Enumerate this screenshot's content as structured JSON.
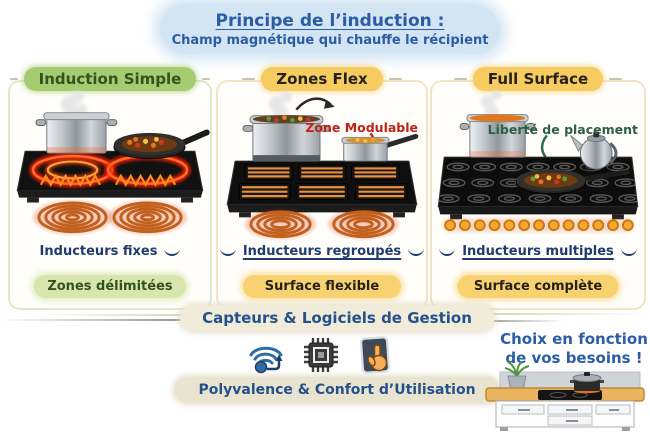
{
  "header": {
    "title": "Principe de l’induction :",
    "subtitle": "Champ magnétique qui chauffe le récipient"
  },
  "panels": [
    {
      "title": "Induction Simple",
      "inductor_label": "Inducteurs fixes",
      "surface_label": "Zones délimitées"
    },
    {
      "title": "Zones Flex",
      "annotation": "Zone Modulable",
      "inductor_label": "Inducteurs regroupés",
      "surface_label": "Surface flexible"
    },
    {
      "title": "Full Surface",
      "annotation": "Liberté de placement",
      "inductor_label": "Inducteurs multiples",
      "surface_label": "Surface complète"
    }
  ],
  "footer": {
    "sensors_title": "Capteurs & Logiciels de Gestion",
    "icons": [
      "wifi-sensor-icon",
      "processor-chip-icon",
      "touchscreen-icon"
    ],
    "benefit_label": "Polyvalence & Confort d’Utilisation",
    "choice_line1": "Choix en fonction",
    "choice_line2": "de vos besoins !"
  },
  "colors": {
    "title_blue": "#2b5ca6",
    "banner_blue": "#d3e4f3",
    "green_badge": "#a6cb70",
    "green_badge_light": "#d8e6ae",
    "yellow_badge": "#f6cb5f",
    "cream_badge": "#f1ecda",
    "navy_label": "#1e3c6e",
    "annotation_red": "#bf2218",
    "annotation_green": "#2d5e46",
    "heat_orange": "#ff6a2a",
    "copper": "#c2601e"
  }
}
